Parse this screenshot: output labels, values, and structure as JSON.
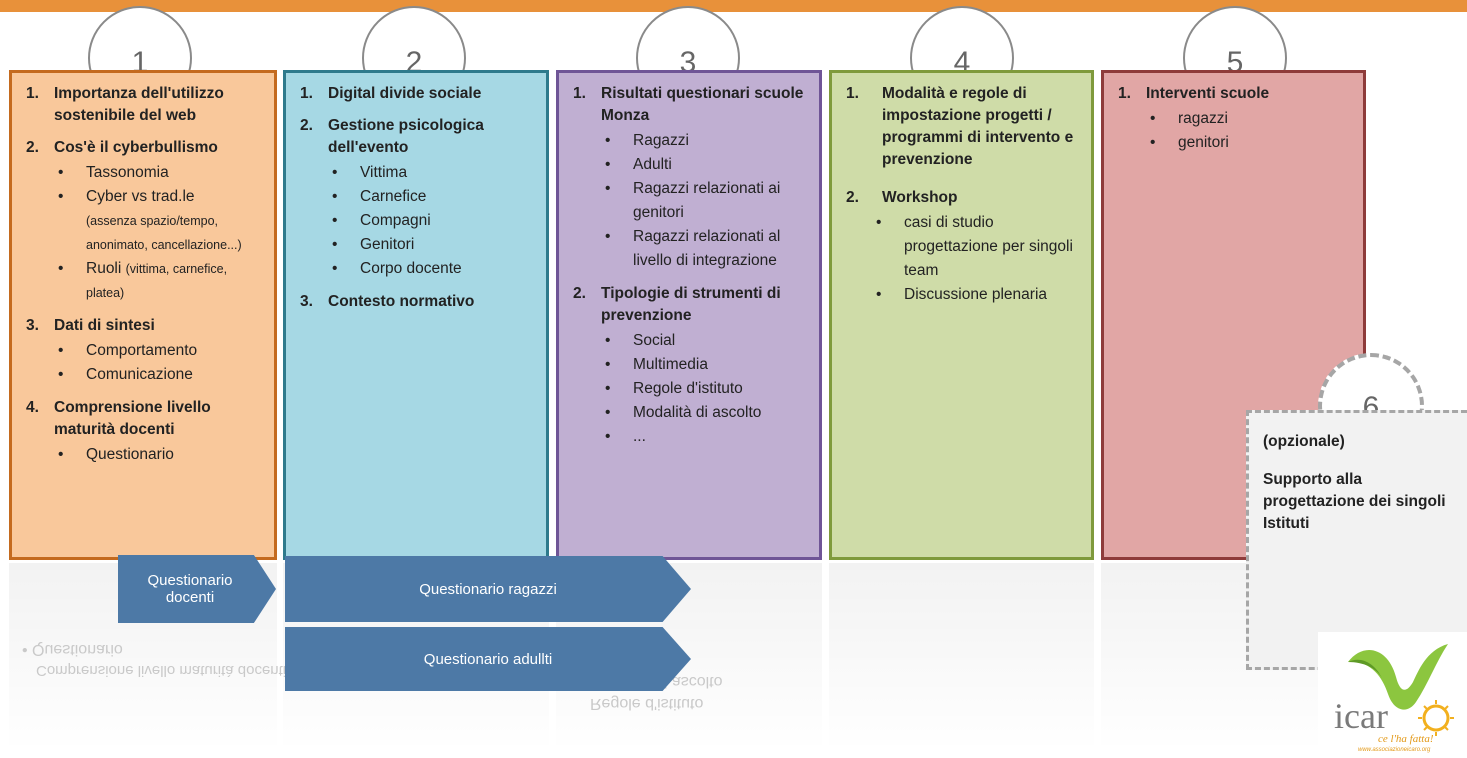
{
  "steps": [
    {
      "number": "1"
    },
    {
      "number": "2"
    },
    {
      "number": "3"
    },
    {
      "number": "4"
    },
    {
      "number": "5"
    },
    {
      "number": "6"
    }
  ],
  "col1": {
    "s1": {
      "num": "1.",
      "title": "Importanza dell'utilizzo sostenibile del web"
    },
    "s2": {
      "num": "2.",
      "title": "Cos'è il cyberbullismo",
      "items": [
        "Tassonomia",
        "Cyber vs trad.le",
        "Ruoli"
      ],
      "note1": "(assenza spazio/tempo, anonimato, cancellazione...)",
      "note2": "(vittima, carnefice, platea)"
    },
    "s3": {
      "num": "3.",
      "title": "Dati di sintesi",
      "items": [
        "Comportamento",
        "Comunicazione"
      ]
    },
    "s4": {
      "num": "4.",
      "title": "Comprensione livello maturità docenti",
      "items": [
        "Questionario"
      ]
    }
  },
  "col2": {
    "s1": {
      "num": "1.",
      "title": "Digital divide sociale"
    },
    "s2": {
      "num": "2.",
      "title": "Gestione psicologica dell'evento",
      "items": [
        "Vittima",
        "Carnefice",
        "Compagni",
        "Genitori",
        "Corpo docente"
      ]
    },
    "s3": {
      "num": "3.",
      "title": "Contesto normativo"
    }
  },
  "col3": {
    "s1": {
      "num": "1.",
      "title": "Risultati questionari scuole Monza",
      "items": [
        "Ragazzi",
        "Adulti",
        "Ragazzi relazionati ai genitori",
        "Ragazzi relazionati al livello di integrazione"
      ]
    },
    "s2": {
      "num": "2.",
      "title": "Tipologie di strumenti di prevenzione",
      "items": [
        "Social",
        "Multimedia",
        "Regole d'istituto",
        "Modalità di ascolto",
        "..."
      ]
    }
  },
  "col4": {
    "s1": {
      "num": "1.",
      "title": "Modalità e regole di impostazione progetti / programmi di intervento e prevenzione"
    },
    "s2": {
      "num": "2.",
      "title": "Workshop",
      "items": [
        "casi di studio progettazione per singoli team",
        "Discussione plenaria"
      ]
    }
  },
  "col5": {
    "s1": {
      "num": "1.",
      "title": "Interventi scuole",
      "items": [
        "ragazzi",
        "genitori"
      ]
    }
  },
  "optional": {
    "label": "(opzionale)",
    "text": "Supporto alla progettazione dei singoli Istituti"
  },
  "arrows": [
    "Questionario docenti",
    "Questionario ragazzi",
    "Questionario adullti"
  ],
  "bullet": "•",
  "logo": {
    "name": "icaro",
    "tagline": "ce l'ha fatta!",
    "url": "www.associazioneicaro.org"
  },
  "colors": {
    "col1": "#f9c89b",
    "col2": "#a6d8e4",
    "col3": "#c0afd2",
    "col4": "#cfdca8",
    "col5": "#e1a6a5",
    "arrow": "#4d79a6"
  }
}
